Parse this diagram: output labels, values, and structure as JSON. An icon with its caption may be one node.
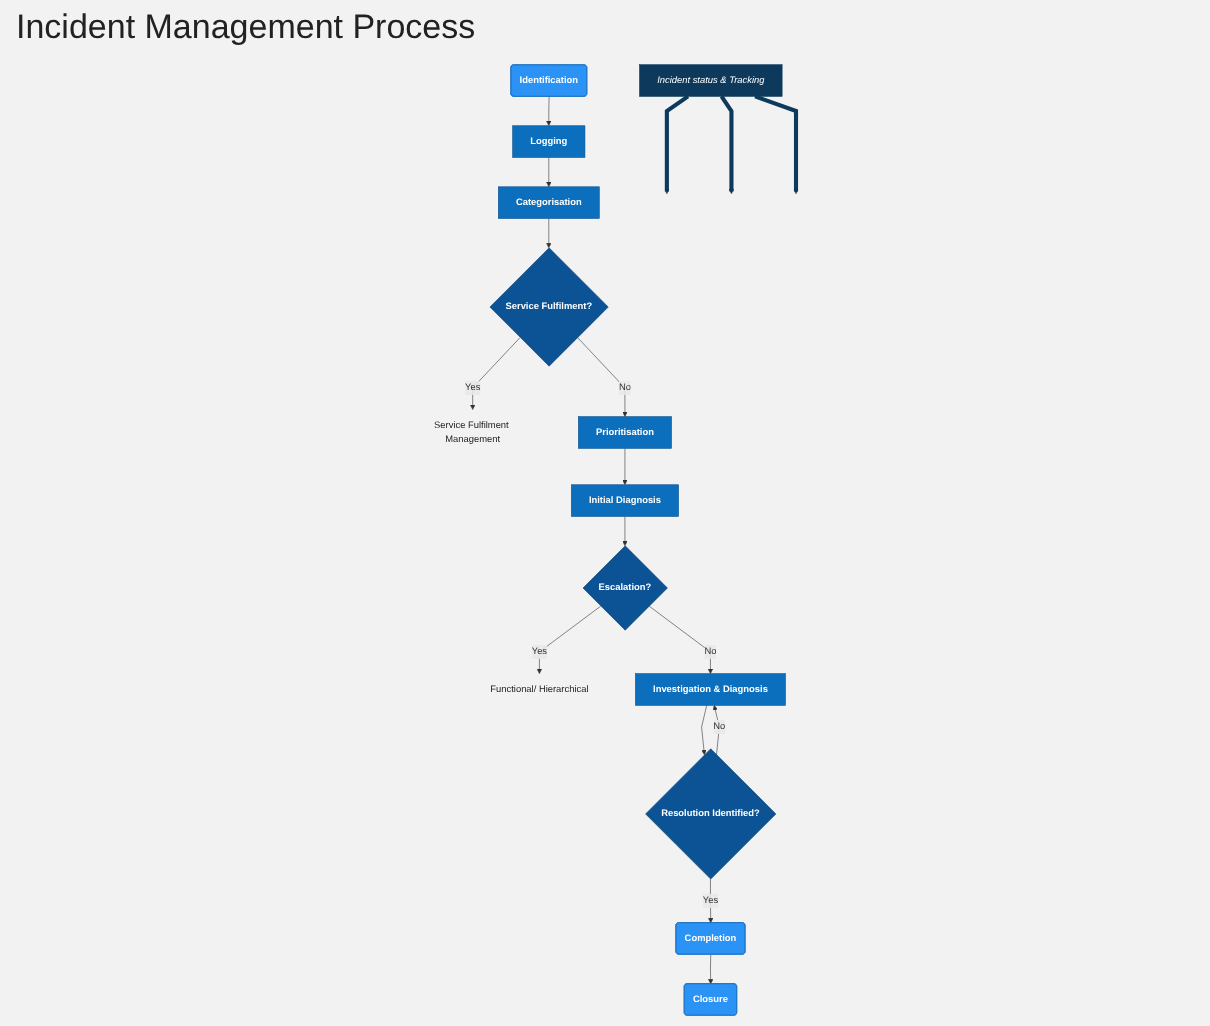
{
  "diagram": {
    "title": "Incident Management Process",
    "nodes": [
      {
        "text": [
          "Identification"
        ]
      },
      {
        "text": [
          "Logging"
        ]
      },
      {
        "text": [
          "Categorisation"
        ]
      },
      {
        "text": [
          "Service Fulfilment?"
        ]
      },
      {
        "text": [
          "Service Fulfilment Management"
        ]
      },
      {
        "text": [
          "Prioritisation"
        ]
      },
      {
        "text": [
          "Initial Diagnosis"
        ]
      },
      {
        "text": [
          "Escalation?"
        ]
      },
      {
        "text": [
          "Functional/ Hierarchical"
        ]
      },
      {
        "text": [
          "Investigation & Diagnosis"
        ]
      },
      {
        "text": [
          "Resolution Identified?"
        ]
      },
      {
        "text": [
          "Completion"
        ]
      },
      {
        "text": [
          "Closure"
        ]
      },
      {
        "text": [
          "Incident status & Tracking"
        ]
      }
    ],
    "edges": [
      {
        "from": 0,
        "to": 1,
        "arrow": "to"
      },
      {
        "from": 1,
        "to": 2,
        "arrow": "to"
      },
      {
        "from": 2,
        "to": 3,
        "arrow": "to"
      },
      {
        "from": 3,
        "to": 4,
        "arrow": "to",
        "label": "Yes"
      },
      {
        "from": 3,
        "to": 5,
        "arrow": "to",
        "label": "No"
      },
      {
        "from": 5,
        "to": 6,
        "arrow": "to"
      },
      {
        "from": 6,
        "to": 7,
        "arrow": "to"
      },
      {
        "from": 7,
        "to": 8,
        "arrow": "to",
        "label": "Yes"
      },
      {
        "from": 7,
        "to": 9,
        "arrow": "to",
        "label": "No"
      },
      {
        "from": 9,
        "to": 10,
        "arrow": "to"
      },
      {
        "from": 10,
        "to": 9,
        "arrow": "to",
        "label": "No"
      },
      {
        "from": 10,
        "to": 11,
        "arrow": "to",
        "label": "Yes"
      },
      {
        "from": 11,
        "to": 12,
        "arrow": "to"
      },
      {
        "from": 13,
        "to": null,
        "arrow": "to",
        "style": "thick"
      },
      {
        "from": 13,
        "to": null,
        "arrow": "to",
        "style": "thick"
      },
      {
        "from": 13,
        "to": null,
        "arrow": "to",
        "style": "thick"
      }
    ]
  }
}
